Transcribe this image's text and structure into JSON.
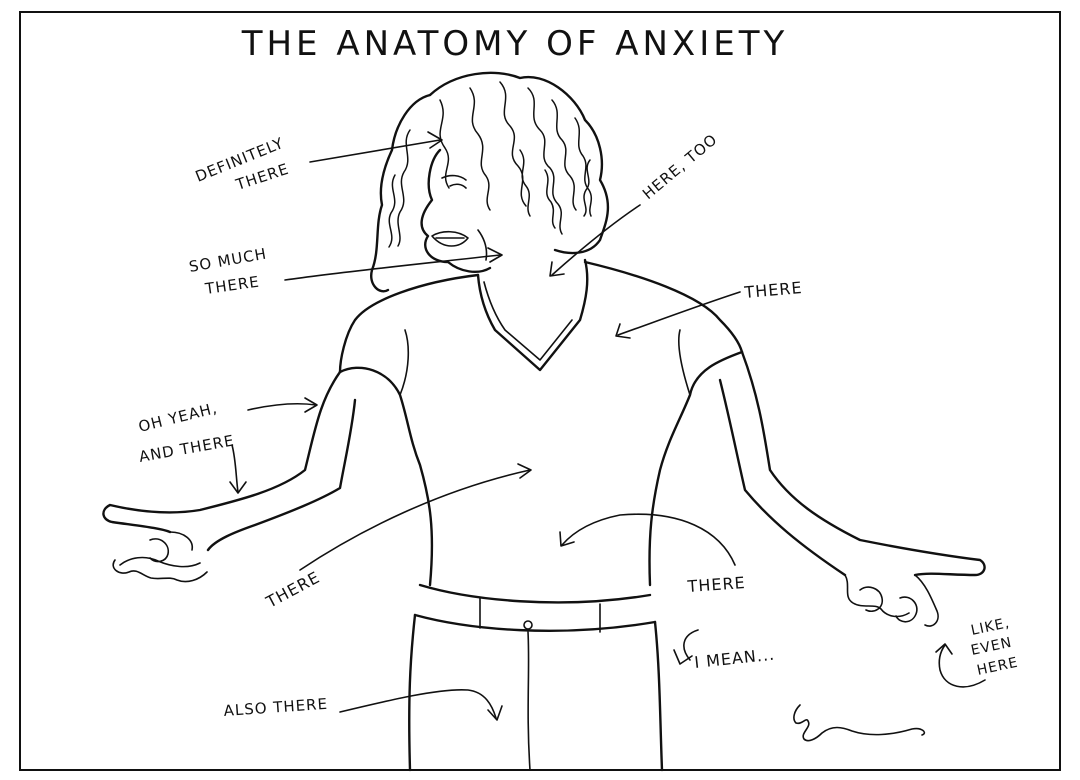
{
  "title": "THE ANATOMY OF ANXIETY",
  "labels": {
    "definitely": [
      "DEFINITELY",
      "THERE"
    ],
    "so_much": [
      "SO MUCH",
      "THERE"
    ],
    "here_too": "HERE, TOO",
    "there_shoulder": "THERE",
    "oh_yeah": [
      "OH YEAH,",
      "AND THERE"
    ],
    "there_chest": "THERE",
    "there_stomach": "THERE",
    "i_mean": "I MEAN...",
    "also_there": "ALSO THERE",
    "like_even_here": [
      "LIKE,",
      "EVEN",
      "HERE"
    ]
  },
  "signature": "Lg"
}
